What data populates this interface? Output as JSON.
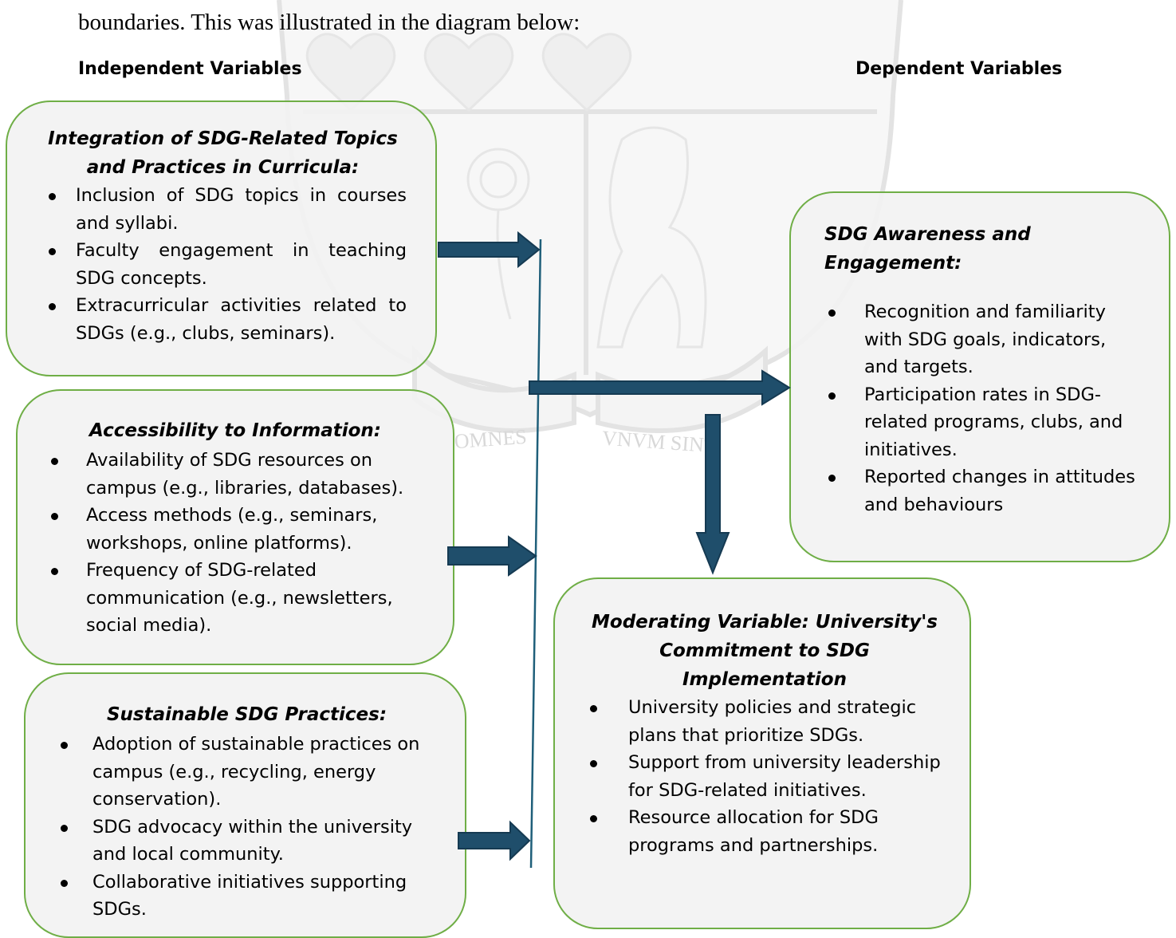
{
  "intro_text": "boundaries. This was illustrated in the diagram below:",
  "headings": {
    "independent": "Independent Variables",
    "dependent": "Dependent Variables"
  },
  "watermark": {
    "motto_left": "OMNES",
    "motto_right": "VNVM SINT"
  },
  "boxes": {
    "curricula": {
      "title": "Integration of SDG-Related Topics and Practices in Curricula:",
      "items": [
        "Inclusion of SDG topics in courses and syllabi.",
        "Faculty engagement in teaching SDG concepts.",
        "Extracurricular activities related to SDGs (e.g., clubs, seminars)."
      ]
    },
    "accessibility": {
      "title": "Accessibility to Information:",
      "items": [
        "Availability of SDG resources on campus (e.g., libraries, databases).",
        "Access methods (e.g., seminars, workshops, online platforms).",
        "Frequency of SDG-related communication (e.g., newsletters, social media)."
      ]
    },
    "practices": {
      "title": "Sustainable SDG Practices:",
      "items": [
        "Adoption of sustainable practices on campus (e.g., recycling, energy conservation).",
        "SDG advocacy within the university and local community.",
        "Collaborative initiatives supporting SDGs."
      ]
    },
    "awareness": {
      "title": "SDG Awareness and Engagement:",
      "items": [
        "Recognition and familiarity with SDG goals, indicators, and targets.",
        "Participation rates in SDG-related programs, clubs, and initiatives.",
        "Reported changes in attitudes and behaviours"
      ]
    },
    "moderating": {
      "title": "Moderating Variable: University's Commitment to SDG Implementation",
      "items": [
        "University policies and strategic plans that prioritize SDGs.",
        "Support from university leadership for SDG-related initiatives.",
        "Resource allocation for SDG programs and partnerships."
      ]
    }
  },
  "colors": {
    "box_border": "#6fae46",
    "box_fill": "#f2f2f2",
    "arrow_fill": "#1f4e6b",
    "arrow_stroke": "#153a52",
    "line": "#1f5f7a"
  }
}
